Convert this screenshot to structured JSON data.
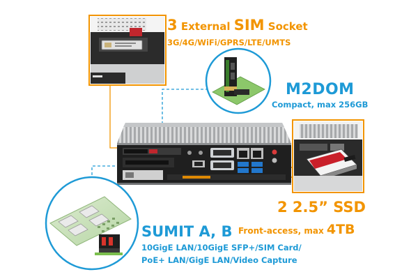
{
  "sim": {
    "count": "3",
    "label_pre": "External",
    "label_big": "SIM",
    "label_post": "Socket",
    "networks": "3G/4G/WiFi/GPRS/LTE/UMTS"
  },
  "m2dom": {
    "title": "M2DOM",
    "subtitle": "Compact, max 256GB"
  },
  "ssd": {
    "title": "2 2.5” SSD",
    "sub_pre": "Front-access, max",
    "sub_big": "4TB"
  },
  "sumit": {
    "title": "SUMIT A, B",
    "line1": "10GigE LAN/10GigE SFP+/SIM Card/",
    "line2": "PoE+ LAN/GigE LAN/Video Capture"
  },
  "colors": {
    "orange": "#f29400",
    "blue": "#1e9ad6"
  }
}
